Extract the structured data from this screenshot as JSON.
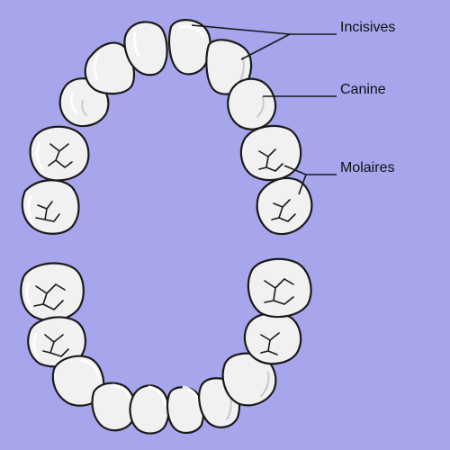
{
  "labels": {
    "incisors": "Incisives",
    "canine": "Canine",
    "molars": "Molaires"
  },
  "colors": {
    "background": "#a7a5ec",
    "tooth": "#f1f1f1",
    "outline": "#1a1a1a"
  }
}
